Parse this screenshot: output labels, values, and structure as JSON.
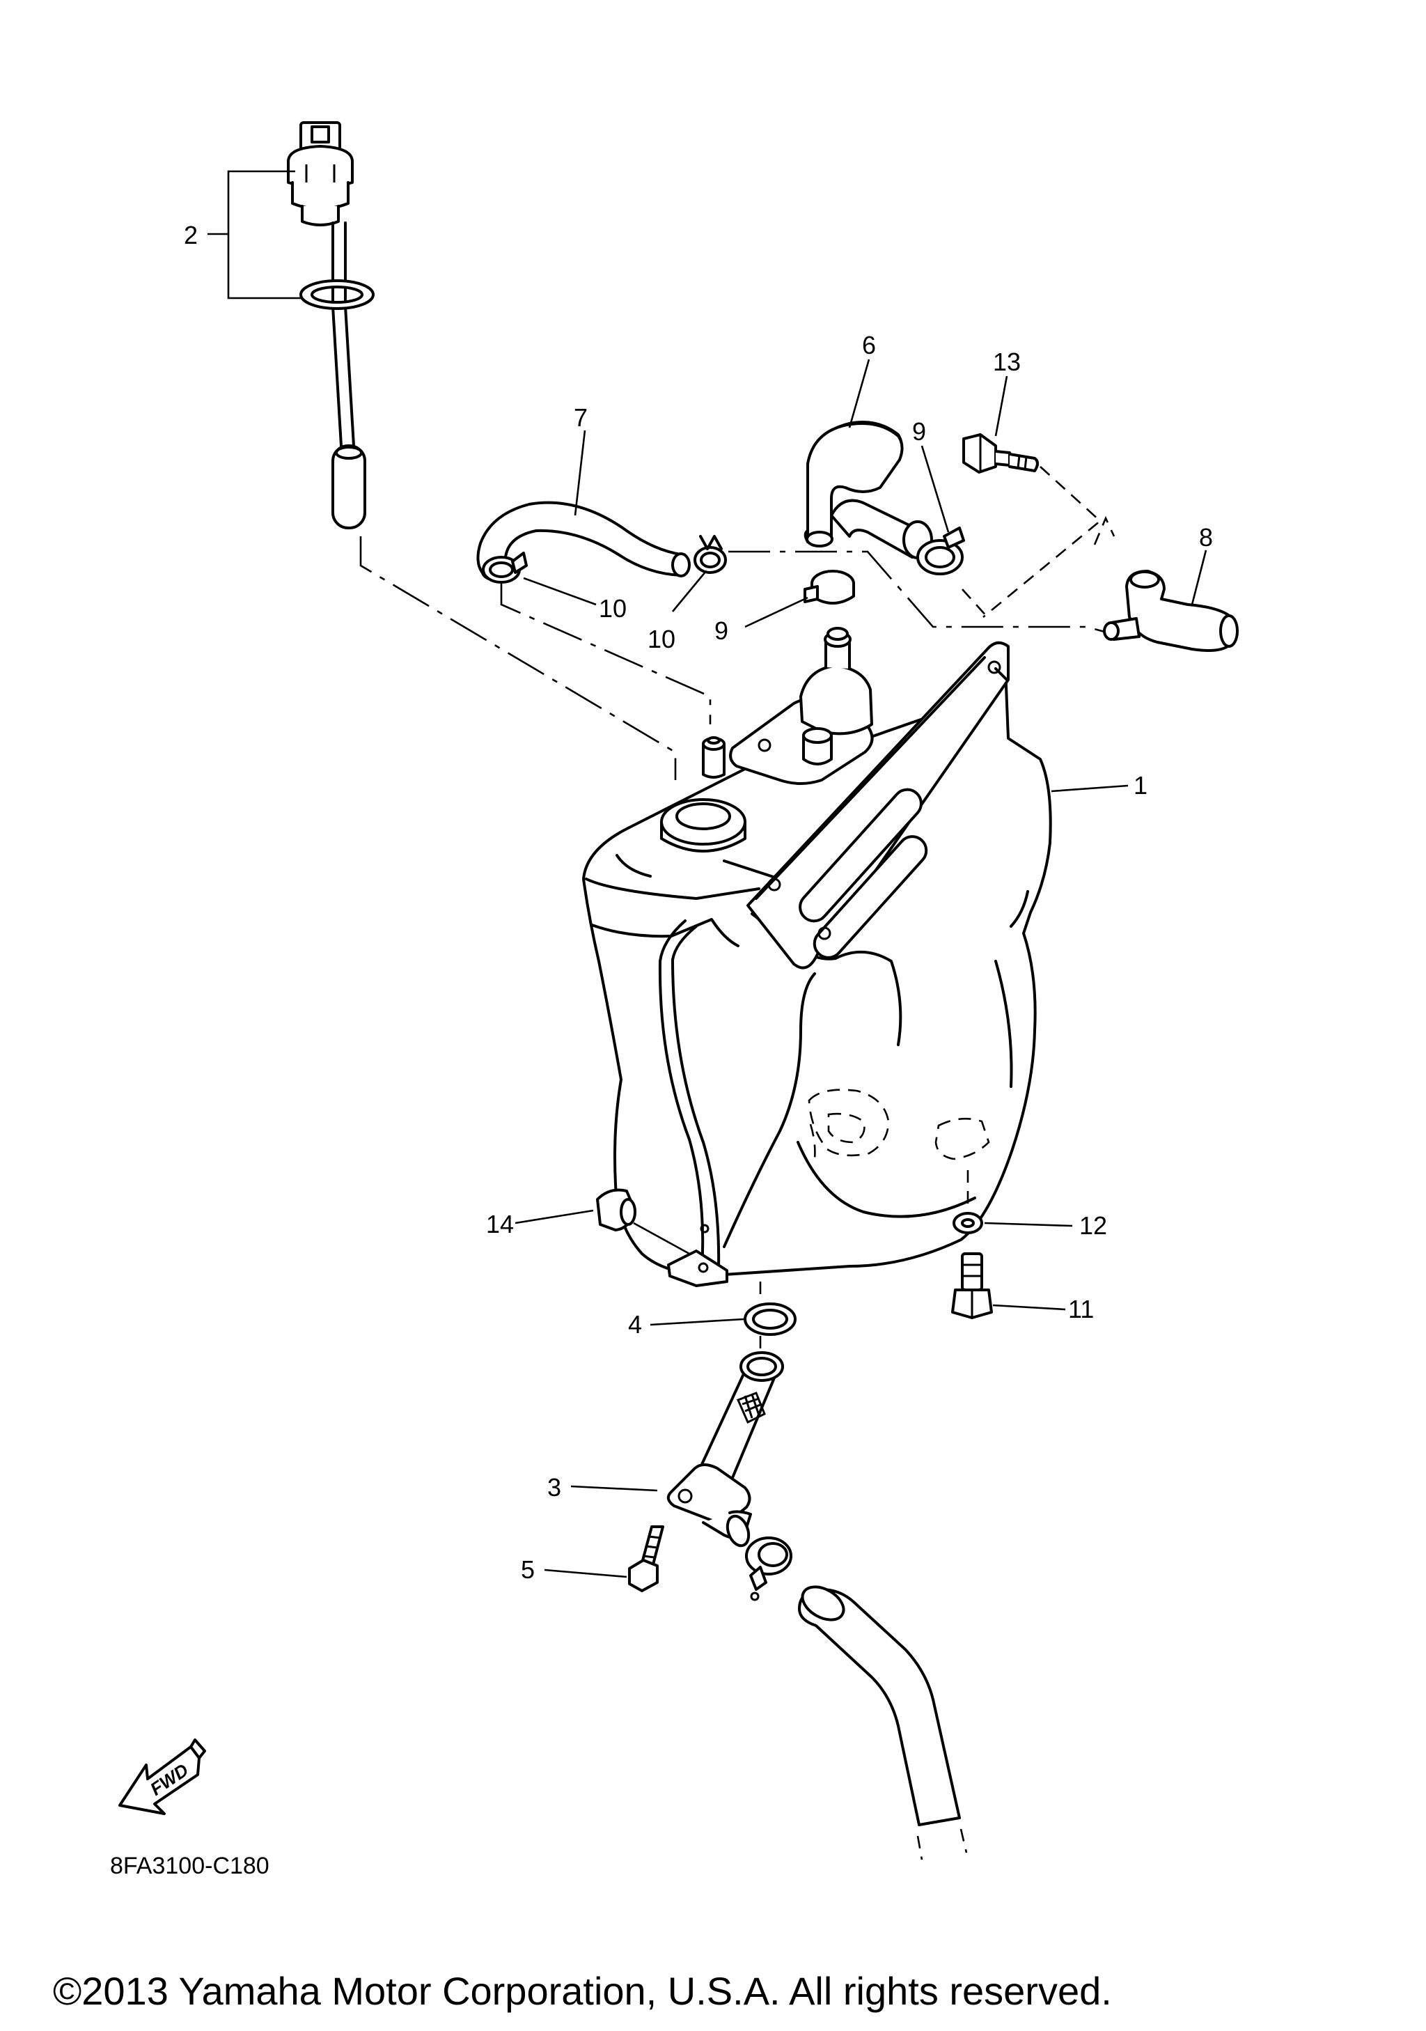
{
  "diagram": {
    "callouts": {
      "c1": "1",
      "c2": "2",
      "c3": "3",
      "c4": "4",
      "c5": "5",
      "c6": "6",
      "c7": "7",
      "c8": "8",
      "c9a": "9",
      "c9b": "9",
      "c10a": "10",
      "c10b": "10",
      "c11": "11",
      "c12": "12",
      "c13": "13",
      "c14": "14"
    },
    "fwd_label": "FWD",
    "figure_code": "8FA3100-C180",
    "copyright": "©2013 Yamaha Motor Corporation, U.S.A. All rights reserved."
  }
}
